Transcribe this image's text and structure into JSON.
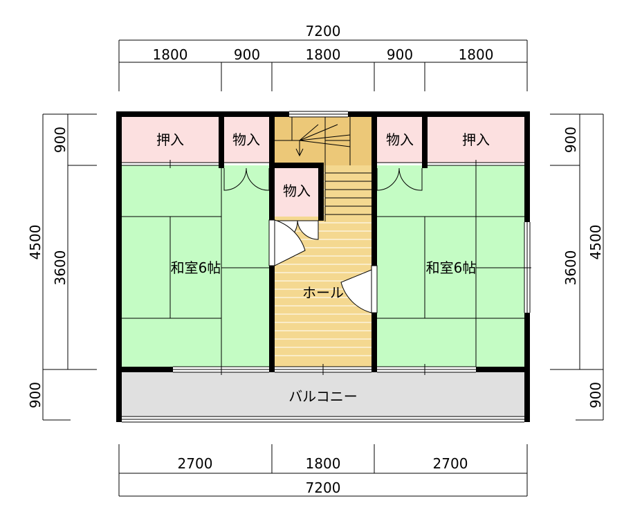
{
  "top_dimensions": {
    "overall": "7200",
    "segments": [
      "1800",
      "900",
      "1800",
      "900",
      "1800"
    ]
  },
  "bottom_dimensions": {
    "overall": "7200",
    "segments": [
      "2700",
      "1800",
      "2700"
    ]
  },
  "left_dimensions": {
    "outer": [
      "4500",
      "900"
    ],
    "inner": [
      "900",
      "3600"
    ]
  },
  "right_dimensions": {
    "outer": [
      "4500",
      "900"
    ],
    "inner": [
      "900",
      "3600"
    ]
  },
  "rooms": {
    "closet_left": "押入",
    "storage_left": "物入",
    "storage_center": "物入",
    "storage_right": "物入",
    "closet_right": "押入",
    "washitsu_left": "和室6帖",
    "washitsu_right": "和室6帖",
    "hall": "ホール",
    "balcony": "バルコニー"
  },
  "colors": {
    "tatami": "#c4fcc4",
    "closet": "#fce0e0",
    "hall": "#f4d890",
    "stair": "#ecc878",
    "balcony": "#e0e0e0",
    "wall": "#000000"
  }
}
